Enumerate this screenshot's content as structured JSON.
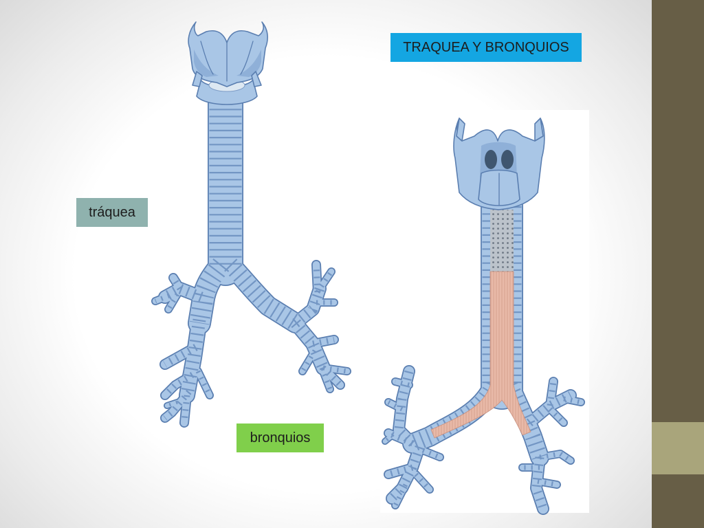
{
  "slide": {
    "title": "TRAQUEA Y BRONQUIOS",
    "label_trachea": "tráquea",
    "label_bronchi": "bronquios"
  },
  "colors": {
    "title_bg": "#14a6e2",
    "trachea_label_bg": "#8fb2ae",
    "bronchi_label_bg": "#80cf4b",
    "sidebar": "#675e46",
    "sidebar_accent": "#a9a57b",
    "cartilage": "#a9c6e6",
    "membrane": "#e6b4a3"
  }
}
